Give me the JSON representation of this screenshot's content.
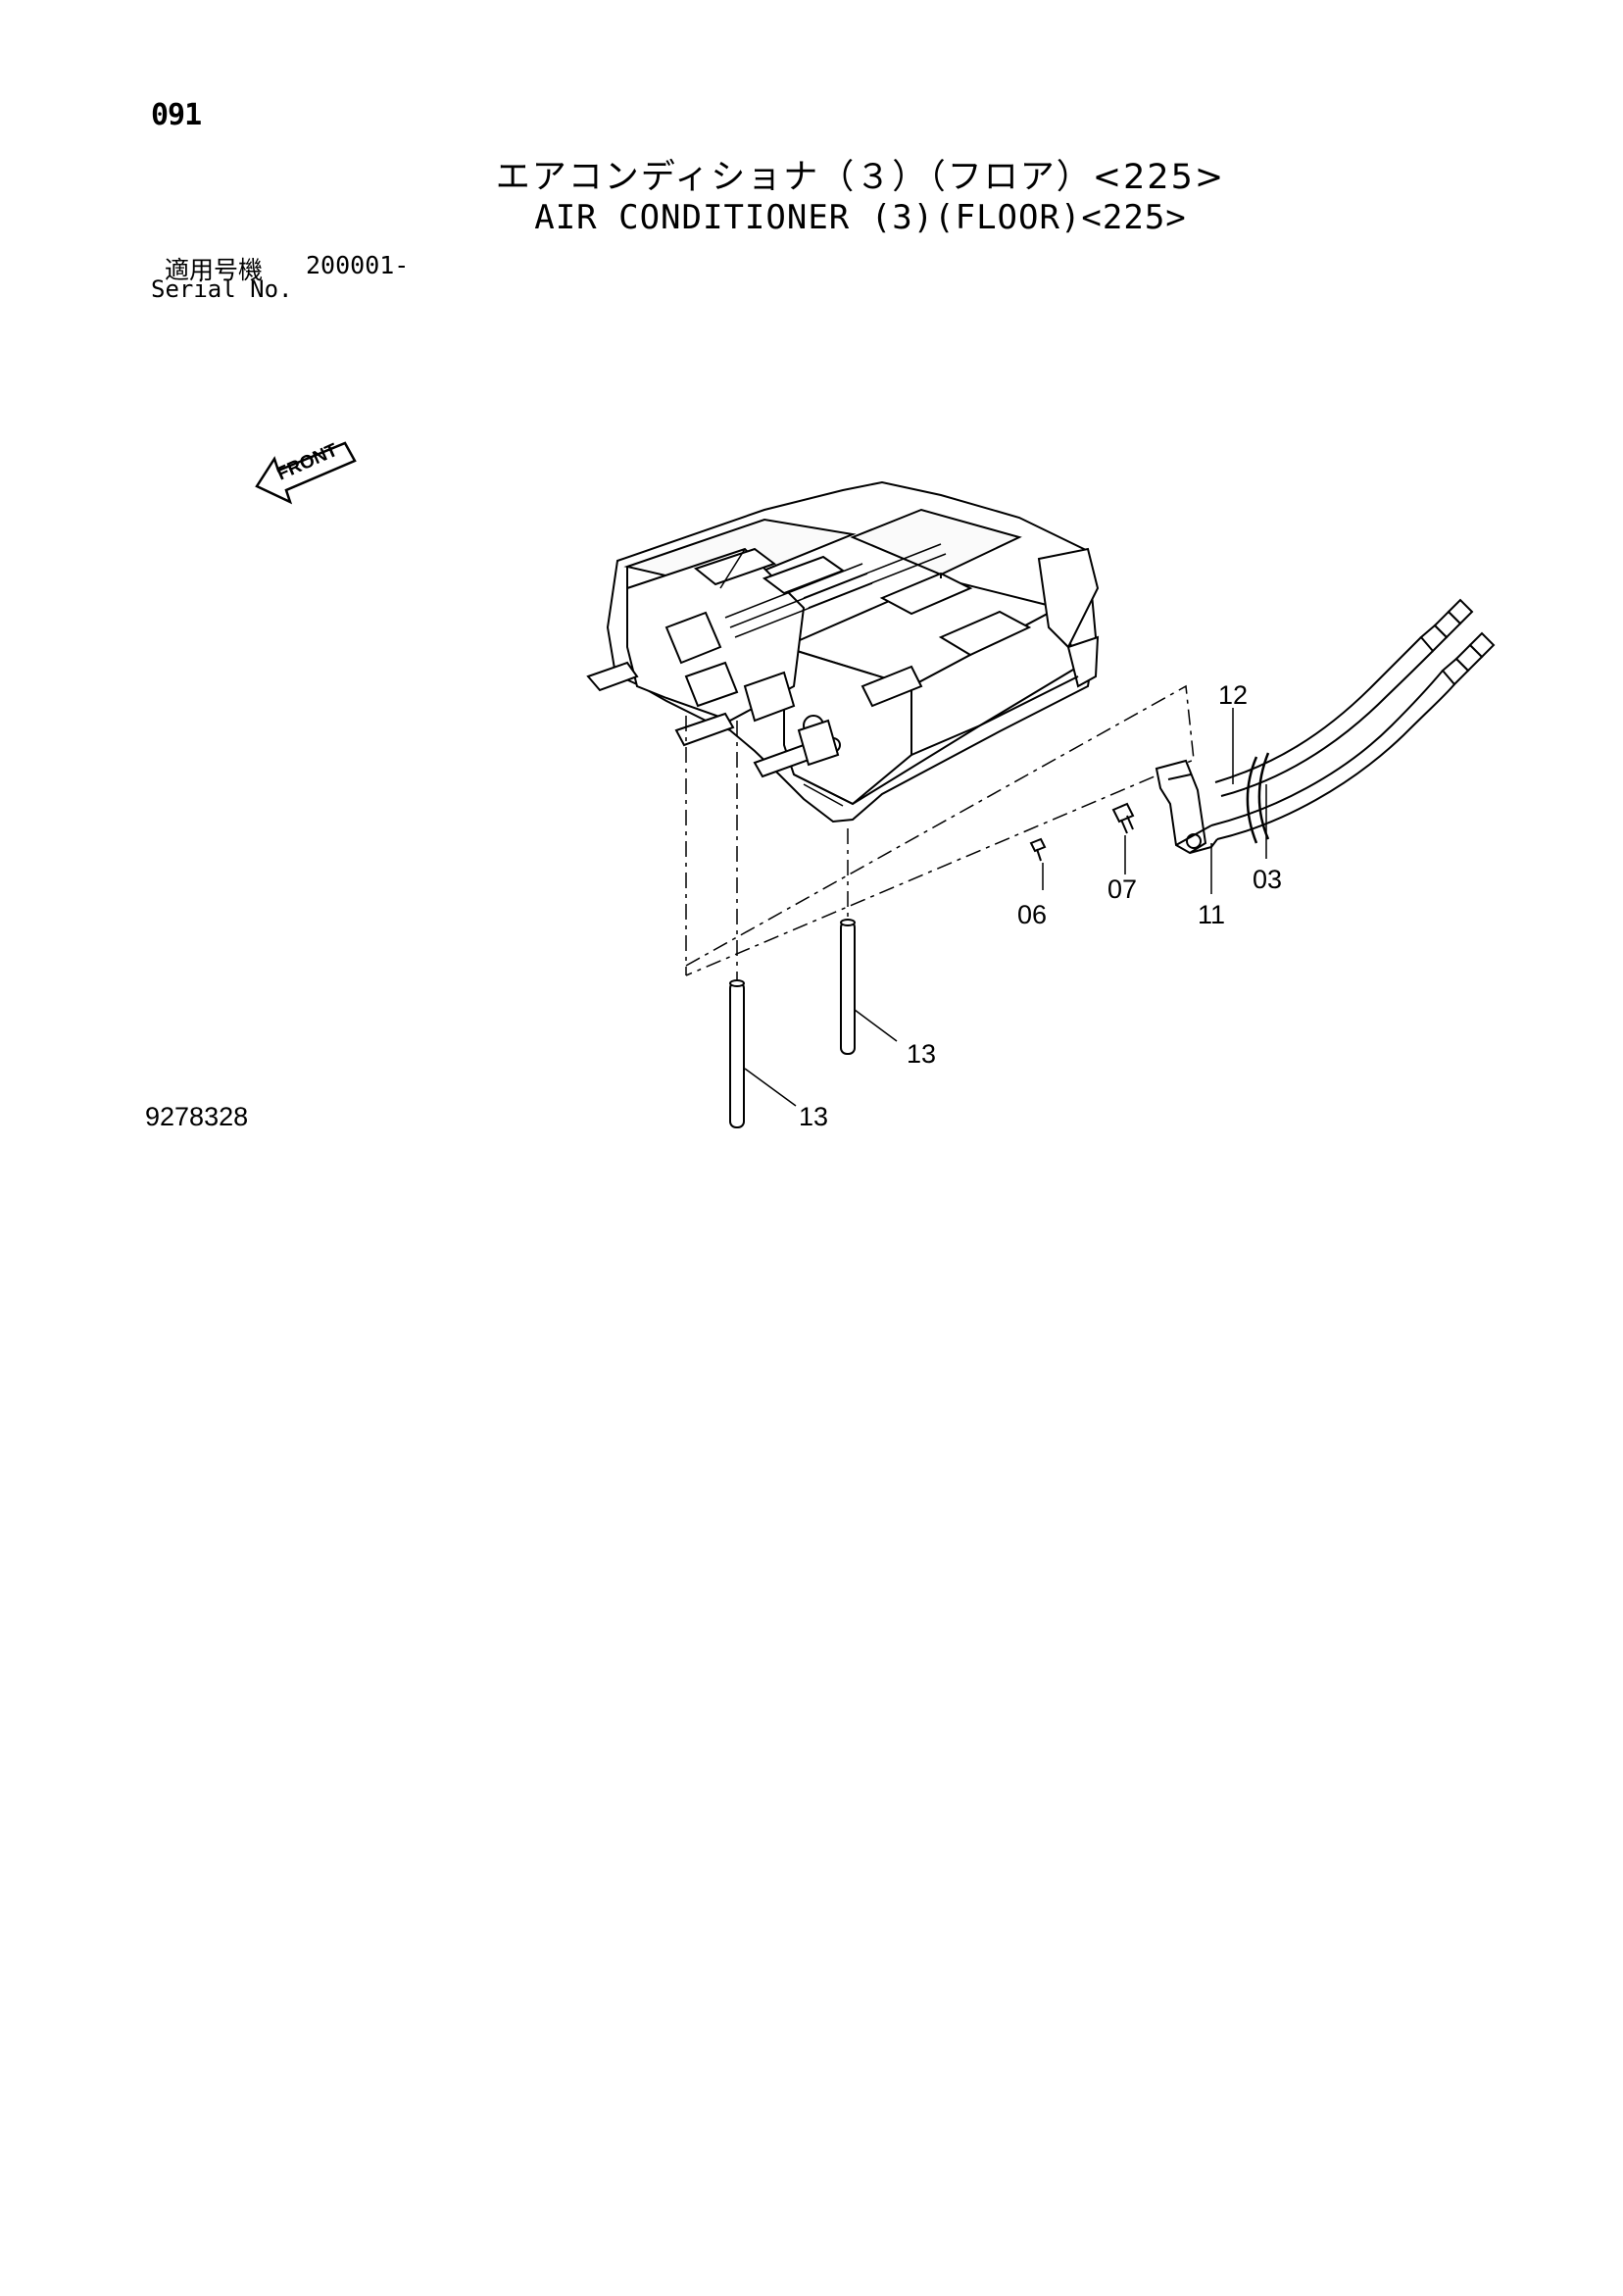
{
  "header": {
    "page_number": "091",
    "title_jp": "エアコンディショナ（３）（フロア）<225>",
    "title_en": "AIR CONDITIONER (3)(FLOOR)<225>"
  },
  "serial": {
    "label_jp": "適用号機",
    "range": "200001-",
    "label_en": "Serial No."
  },
  "diagram": {
    "front_label": "FRONT",
    "callouts": {
      "c12": "12",
      "c03": "03",
      "c11": "11",
      "c07": "07",
      "c06": "06",
      "c13a": "13",
      "c13b": "13"
    }
  },
  "footer": {
    "drawing_number": "9278328"
  }
}
